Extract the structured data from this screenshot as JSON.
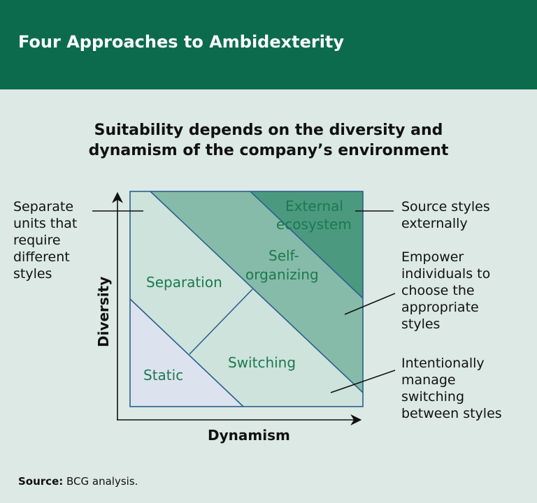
{
  "header": {
    "title": "Four Approaches to Ambidexterity"
  },
  "subtitle": {
    "line1": "Suitability depends on the diversity and",
    "line2": "dynamism of the company’s environment"
  },
  "diagram": {
    "x_axis": "Dynamism",
    "y_axis": "Diversity",
    "regions": {
      "static": "Static",
      "separation": "Separation",
      "switching": "Switching",
      "self_org_1": "Self-",
      "self_org_2": "organizing",
      "external_1": "External",
      "external_2": "ecosystem"
    },
    "colors": {
      "stroke": "#2b5f8e",
      "static": "#dde3ee",
      "light": "#cde3dc",
      "mid": "#86bba9",
      "dark": "#4b9a80",
      "text": "#1c7850"
    }
  },
  "notes": {
    "separation": [
      "Separate",
      "units that",
      "require",
      "different",
      "styles"
    ],
    "external": [
      "Source styles",
      "externally"
    ],
    "self_organizing": [
      "Empower",
      "individuals to",
      "choose the",
      "appropriate",
      "styles"
    ],
    "switching": [
      "Intentionally",
      "manage",
      "switching",
      "between styles"
    ]
  },
  "source": {
    "label": "Source:",
    "text": " BCG analysis."
  }
}
